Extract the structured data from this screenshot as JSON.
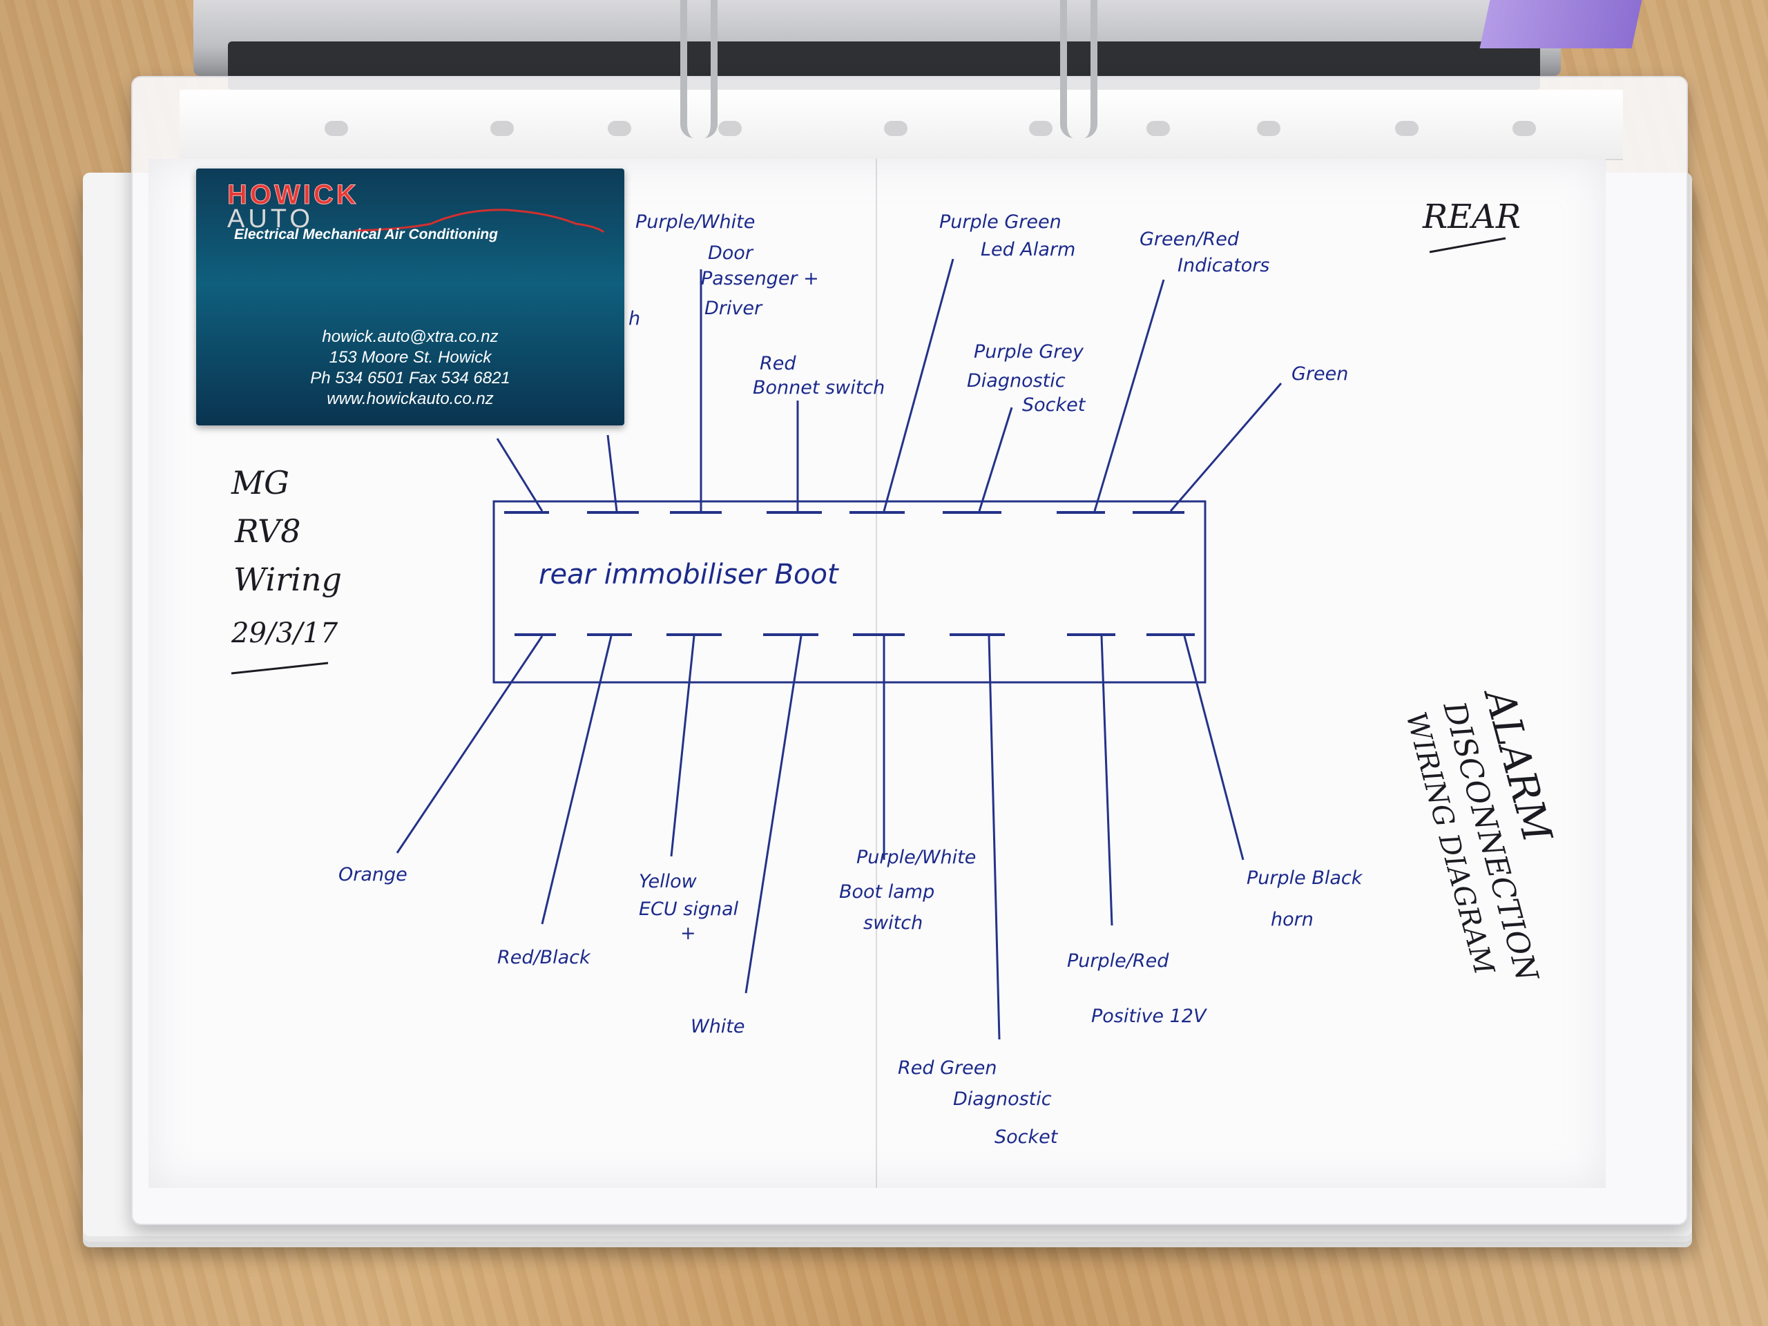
{
  "card": {
    "brand_line1": "HOWICK",
    "brand_line2": "AUTO",
    "tagline": "Electrical Mechanical Air Conditioning",
    "email": "howick.auto@xtra.co.nz",
    "address": "153 Moore St. Howick",
    "phone": "Ph 534 6501 Fax 534 6821",
    "website": "www.howickauto.co.nz"
  },
  "note": {
    "line1": "MG",
    "line2": "RV8",
    "line3": "Wiring",
    "date": "29/3/17"
  },
  "corner_label": "REAR",
  "module_label": "rear immobiliser Boot",
  "side_title": {
    "line1": "ALARM",
    "line2": "DISCONNECTION",
    "line3": "WIRING DIAGRAM"
  },
  "top_wires": [
    {
      "label": "Purple/White",
      "sub1": "Door",
      "sub2": "Passenger +",
      "sub3": "Driver"
    },
    {
      "label": "Red",
      "sub1": "Bonnet switch"
    },
    {
      "label": "Purple Green",
      "sub1": "Led Alarm"
    },
    {
      "label": "Purple Grey",
      "sub1": "Diagnostic",
      "sub2": "Socket"
    },
    {
      "label": "Green/Red",
      "sub1": "Indicators"
    },
    {
      "label": "Green"
    }
  ],
  "bottom_wires": [
    {
      "label": "Orange"
    },
    {
      "label": "Red/Black"
    },
    {
      "label": "Yellow",
      "sub1": "ECU signal",
      "sub2": "+"
    },
    {
      "label": "White"
    },
    {
      "label": "Purple/White",
      "sub1": "Boot lamp",
      "sub2": "switch"
    },
    {
      "label": "Red Green",
      "sub1": "Diagnostic",
      "sub2": "Socket"
    },
    {
      "label": "Purple/Red",
      "sub1": "Positive 12V"
    },
    {
      "label": "Purple Black",
      "sub1": "horn"
    }
  ],
  "partial_label": "h"
}
